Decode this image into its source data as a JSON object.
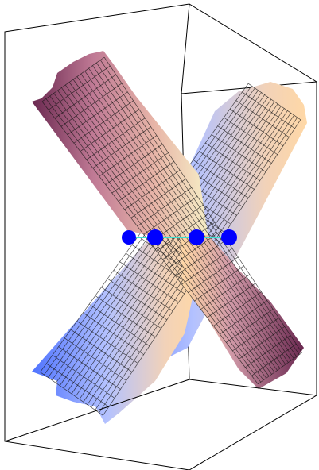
{
  "figure": {
    "kind": "3d-surface-plot",
    "surfaces": [
      {
        "name": "cylinder-upper-left-to-lower-right",
        "colormap": "rose-to-blue"
      },
      {
        "name": "cylinder-lower-left-to-upper-right",
        "colormap": "blue-to-rose"
      }
    ],
    "intersection_points": 4,
    "colors": {
      "points": "#0000ff",
      "connector": "#40e0d0",
      "frame": "#000000",
      "mesh": "#141414",
      "warm": "#ffd5a8",
      "rose": "#c88aa0",
      "blue": "#7fa4ff",
      "dark": "#7a2f5a"
    },
    "show_bounding_box": true,
    "show_axes_labels": false
  }
}
